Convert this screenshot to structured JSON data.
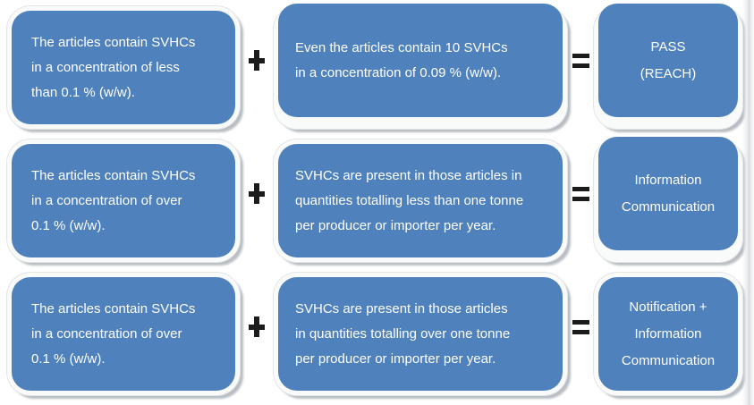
{
  "diagram": {
    "title_semantic": "REACH SVHC obligation flow diagram",
    "colors": {
      "box_fill": "#4f81bd",
      "box_ring": "#f9fafa",
      "box_shadow": "#7d8892",
      "text": "#ffffff",
      "operator": "#1b1b1b"
    },
    "rows": [
      {
        "left_lines": [
          "The articles contain SVHCs",
          "in a concentration of less",
          "than 0.1 % (w/w)."
        ],
        "op1": "+",
        "middle_lines": [
          "Even the articles contain 10 SVHCs",
          "in a concentration of 0.09 % (w/w)."
        ],
        "op2": "=",
        "result_lines": [
          "PASS",
          "(REACH)"
        ]
      },
      {
        "left_lines": [
          "The articles contain SVHCs",
          "in a concentration of over",
          "0.1 % (w/w)."
        ],
        "op1": "+",
        "middle_lines": [
          "SVHCs are present in those articles in",
          "quantities totalling less than one tonne",
          "per producer or importer per year."
        ],
        "op2": "=",
        "result_lines": [
          "Information",
          "Communication"
        ]
      },
      {
        "left_lines": [
          "The articles contain SVHCs",
          "in a concentration of over",
          "0.1 % (w/w)."
        ],
        "op1": "+",
        "middle_lines": [
          "SVHCs are present in those articles",
          "in quantities totalling over one tonne",
          "per producer or importer per year."
        ],
        "op2": "=",
        "result_lines": [
          "Notification +",
          "Information",
          "Communication"
        ]
      }
    ]
  }
}
